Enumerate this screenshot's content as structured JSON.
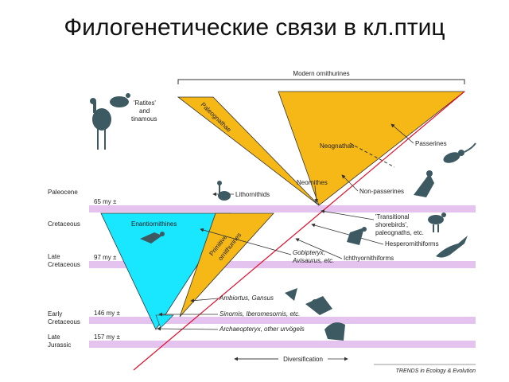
{
  "title": "Филогенетические связи в кл.птиц",
  "top_bracket": "Modern ornithurines",
  "periods": [
    {
      "name1": "Paleocene",
      "name2": "",
      "age": "65 my ±"
    },
    {
      "name1": "Cretaceous",
      "name2": "",
      "age": ""
    },
    {
      "name1": "Late",
      "name2": "Cretaceous",
      "age": "97 my ±"
    },
    {
      "name1": "Early",
      "name2": "Cretaceous",
      "age": "146 my ±"
    },
    {
      "name1": "Late",
      "name2": "Jurassic",
      "age": "157 my ±"
    }
  ],
  "clades": {
    "ratites_1": "'Ratites'",
    "ratites_2": "and",
    "ratites_3": "tinamous",
    "paleognathae": "Paleognathae",
    "neognathae": "Neognathae",
    "passerines": "Passerines",
    "neornithes": "Neornithes",
    "non_passerines": "Non-passerines",
    "lithornithids": "Lithornithids",
    "enantiornithines": "Enantiornithines",
    "primitive_1": "Primitive",
    "primitive_2": "ornithurines",
    "transitional_1": "'Transitional",
    "transitional_2": "shorebirds',",
    "transitional_3": "paleognaths, etc.",
    "hesperornithiforms": "Hesperornithiforms",
    "gobipteryx_1": "Gobipteryx,",
    "gobipteryx_2": "Avisaurus, etc.",
    "ichthyornithiforms": "Ichthyornithiforms",
    "ambiortus": "Ambiortus, Gansus",
    "sinornis": "Sinornis, Iberomesornis, etc.",
    "archaeopteryx": "Archaeopteryx, other urvögels"
  },
  "diversification": "Diversification",
  "credit": "TRENDS in Ecology & Evolution",
  "colors": {
    "yellow": "#f6b817",
    "cyan": "#19e7ff",
    "band": "#e4c4ef",
    "red_line": "#e0102e",
    "silhouette": "#3d5a62"
  }
}
